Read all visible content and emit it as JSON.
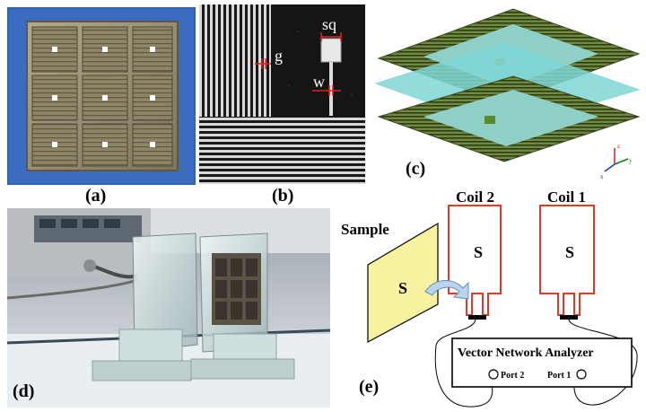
{
  "figure": {
    "panels": {
      "a": {
        "caption": "(a)"
      },
      "b": {
        "caption": "(b)",
        "labels": {
          "sq": "sq",
          "g": "g",
          "w": "w"
        }
      },
      "c": {
        "caption": "(c)",
        "axis_labels": {
          "x": "x",
          "y": "y",
          "z": "z"
        }
      },
      "d": {
        "caption": "(d)"
      },
      "e": {
        "caption": "(e)",
        "coil2": "Coil 2",
        "coil1": "Coil 1",
        "sample": "Sample",
        "s_label": "S",
        "vna": "Vector Network Analyzer",
        "port2": "Port 2",
        "port1": "Port 1"
      }
    },
    "colors": {
      "background_blue": "#2f63b4",
      "coil_red": "#e23a2a",
      "sample_yellow": "#f7f2a0",
      "plate_cyan": "#7fd6d6"
    }
  }
}
